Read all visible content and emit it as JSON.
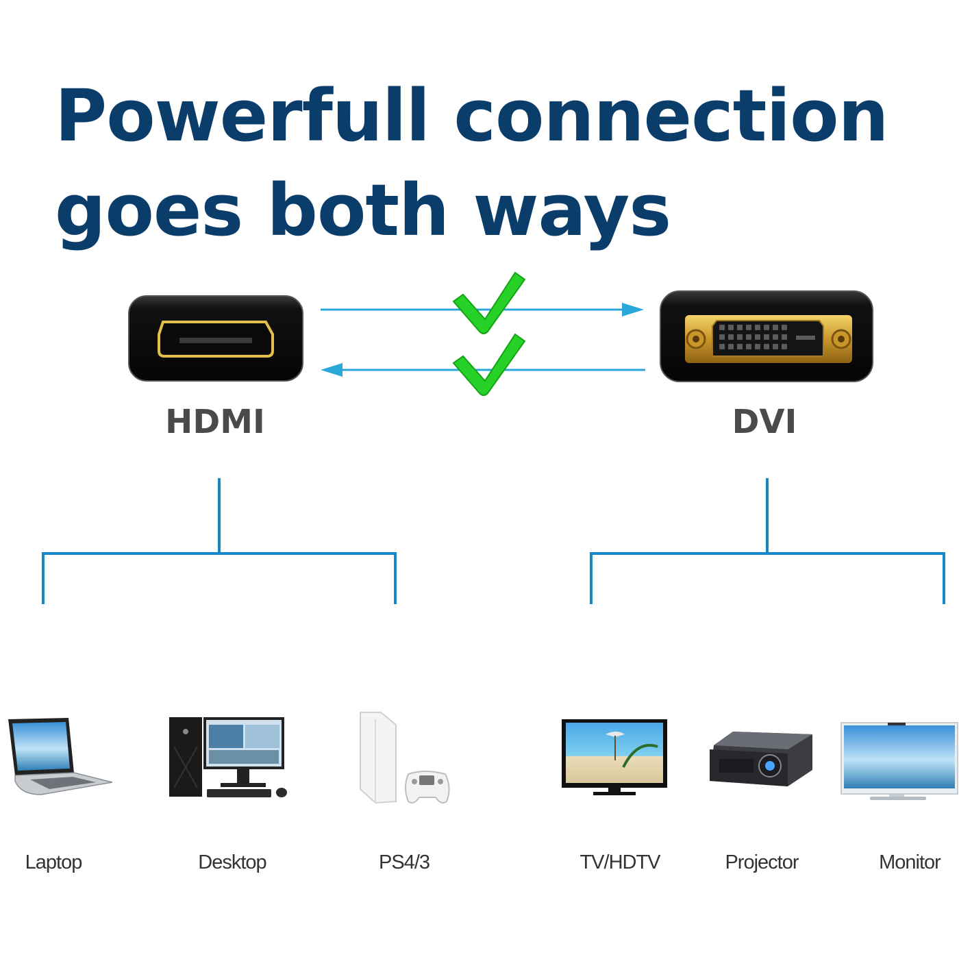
{
  "headline": {
    "line1": "Powerfull connection",
    "line2": "goes both ways"
  },
  "ports": {
    "left": "HDMI",
    "right": "DVI"
  },
  "devices": {
    "hdmi": [
      "Laptop",
      "Desktop",
      "PS4/3"
    ],
    "dvi": [
      "TV/HDTV",
      "Projector",
      "Monitor"
    ]
  },
  "colors": {
    "headline": "#0b3d6b",
    "arrow": "#2aa7d8",
    "tree": "#1a86c7",
    "check": "#22cc22",
    "connector_body": "#111111",
    "gold": "#d8b23a"
  },
  "icons": [
    "hdmi-port-icon",
    "dvi-port-icon",
    "check-icon",
    "laptop-icon",
    "desktop-icon",
    "ps4-icon",
    "tv-icon",
    "projector-icon",
    "monitor-icon"
  ]
}
